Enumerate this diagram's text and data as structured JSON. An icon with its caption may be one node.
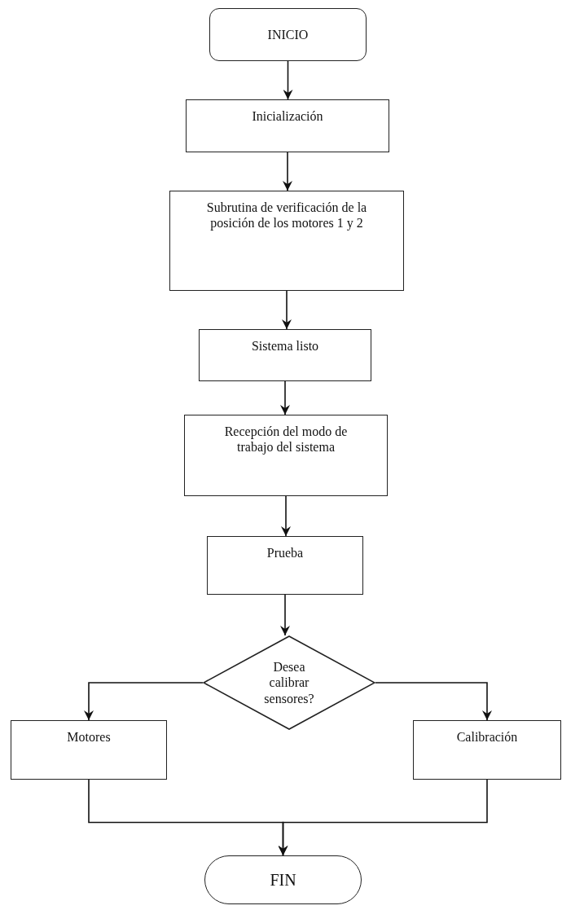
{
  "diagram": {
    "nodes": [
      {
        "text": [
          "INICIO"
        ]
      },
      {
        "text": [
          "Inicialización"
        ]
      },
      {
        "text": [
          "Subrutina de verificación de la posición de los motores 1 y 2"
        ]
      },
      {
        "text": [
          "Sistema listo"
        ]
      },
      {
        "text": [
          "Recepción del modo de trabajo del sistema"
        ]
      },
      {
        "text": [
          "Prueba"
        ]
      },
      {
        "text": [
          "Desea calibrar sensores?"
        ]
      },
      {
        "text": [
          "Motores"
        ]
      },
      {
        "text": [
          "Calibración"
        ]
      },
      {
        "text": [
          "FIN"
        ]
      }
    ],
    "edges": [
      {
        "from": 0,
        "to": 1,
        "arrow": "to"
      },
      {
        "from": 1,
        "to": 2,
        "arrow": "to"
      },
      {
        "from": 2,
        "to": 3,
        "arrow": "to"
      },
      {
        "from": 3,
        "to": 4,
        "arrow": "to"
      },
      {
        "from": 4,
        "to": 5,
        "arrow": "to"
      },
      {
        "from": 5,
        "to": 6,
        "arrow": "to"
      },
      {
        "from": 6,
        "to": 7,
        "arrow": "to"
      },
      {
        "from": 6,
        "to": 8,
        "arrow": "to"
      },
      {
        "from": 7,
        "to": 9,
        "arrow": "to"
      },
      {
        "from": 8,
        "to": 9,
        "arrow": "to"
      }
    ]
  }
}
